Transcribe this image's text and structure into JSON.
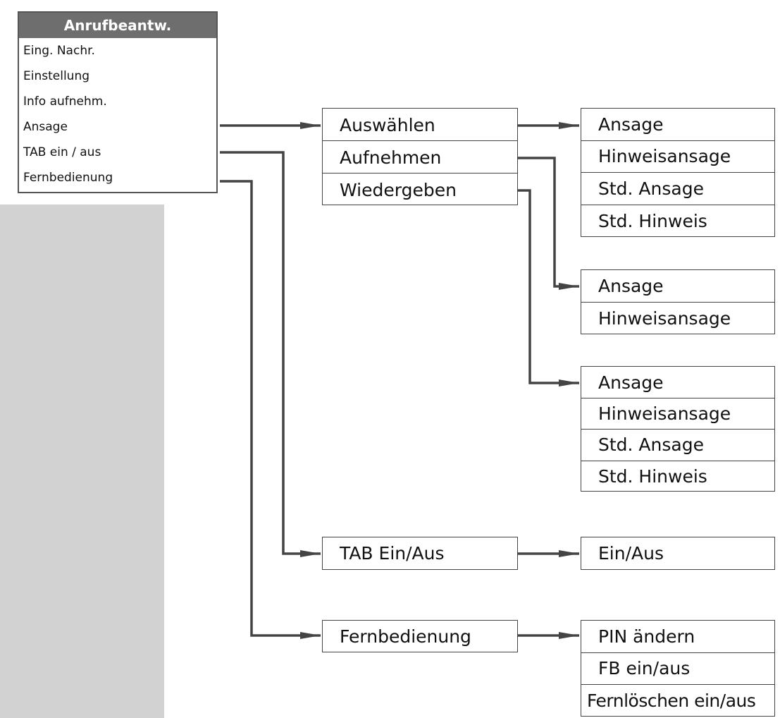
{
  "main_menu": {
    "title": "Anrufbeantw.",
    "items": [
      "Eing. Nachr.",
      "Einstellung",
      "Info aufnehm.",
      "Ansage",
      "TAB ein / aus",
      "Fernbedienung"
    ]
  },
  "ansage_menu": {
    "items": [
      "Auswählen",
      "Aufnehmen",
      "Wiedergeben"
    ]
  },
  "auswaehlen_options": [
    "Ansage",
    "Hinweisansage",
    "Std. Ansage",
    "Std. Hinweis"
  ],
  "aufnehmen_options": [
    "Ansage",
    "Hinweisansage"
  ],
  "wiedergeben_options": [
    "Ansage",
    "Hinweisansage",
    "Std. Ansage",
    "Std. Hinweis"
  ],
  "tab_menu": {
    "label": "TAB Ein/Aus"
  },
  "tab_options": [
    "Ein/Aus"
  ],
  "fernbedienung_menu": {
    "label": "Fernbedienung"
  },
  "fernbedienung_options": [
    "PIN ändern",
    "FB ein/aus",
    "Fernlöschen ein/aus"
  ],
  "colors": {
    "line": "#444444",
    "panel": "#d2d2d2",
    "title_bg": "#6e6e6e"
  }
}
